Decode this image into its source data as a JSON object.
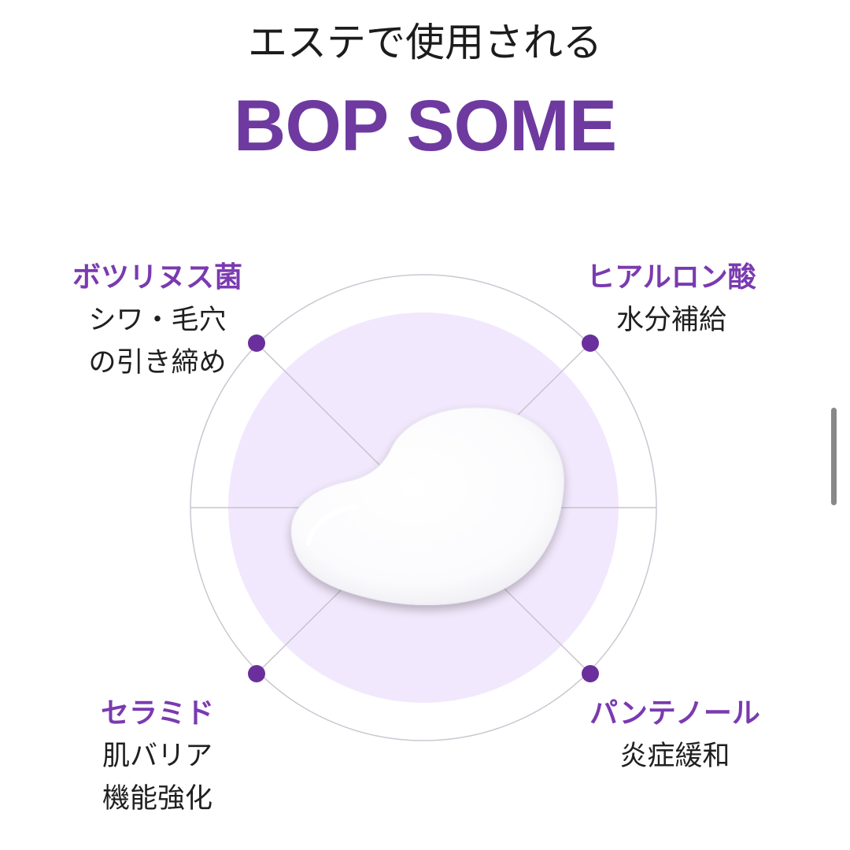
{
  "header": {
    "subtitle": "エステで使用される",
    "brand": "BOP SOME"
  },
  "ingredients": [
    {
      "name": "ボツリヌス菌",
      "line1": "シワ・毛穴",
      "line2": "の引き締め"
    },
    {
      "name": "ヒアルロン酸",
      "line1": "水分補給",
      "line2": ""
    },
    {
      "name": "セラミド",
      "line1": "肌バリア",
      "line2": "機能強化"
    },
    {
      "name": "パンテノール",
      "line1": "炎症緩和",
      "line2": ""
    }
  ],
  "colors": {
    "brand": "#6e3aa0",
    "accent": "#7a3ab0",
    "dot": "#6a2f9c",
    "inner_fill": "#f1e7fc",
    "outer_ring": "#c9c4d0"
  },
  "image": {
    "icon": "cream-blob"
  }
}
